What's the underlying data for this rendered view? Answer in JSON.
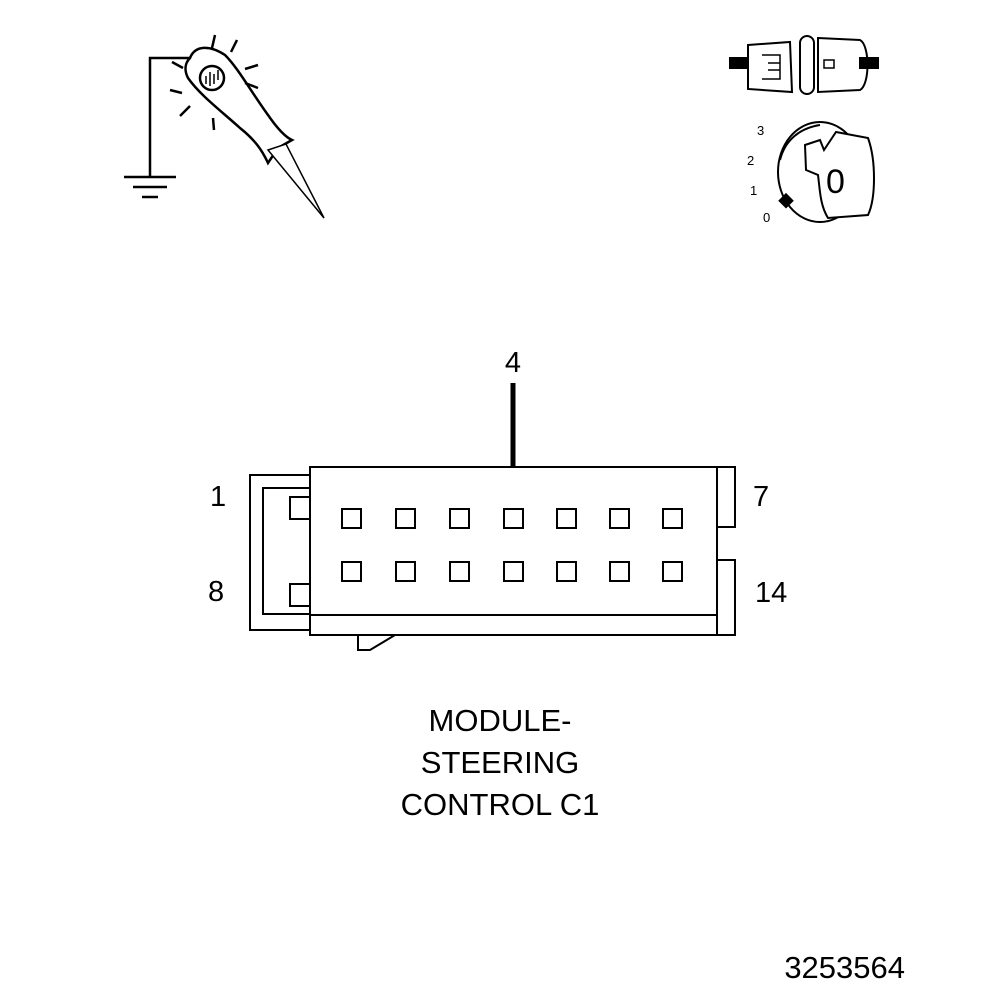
{
  "connector": {
    "pin_labels": {
      "top_left": "1",
      "bottom_left": "8",
      "top_right": "7",
      "bottom_right": "14"
    },
    "highlighted_pin": "4",
    "title_lines": [
      "MODULE-",
      "STEERING",
      "CONTROL C1"
    ]
  },
  "ignition_switch": {
    "positions": [
      "3",
      "2",
      "1",
      "0"
    ],
    "key_label": "0"
  },
  "figure_number": "3253564",
  "icons": [
    "test-light-to-ground-icon",
    "connector-disconnected-icon",
    "ignition-key-icon"
  ]
}
